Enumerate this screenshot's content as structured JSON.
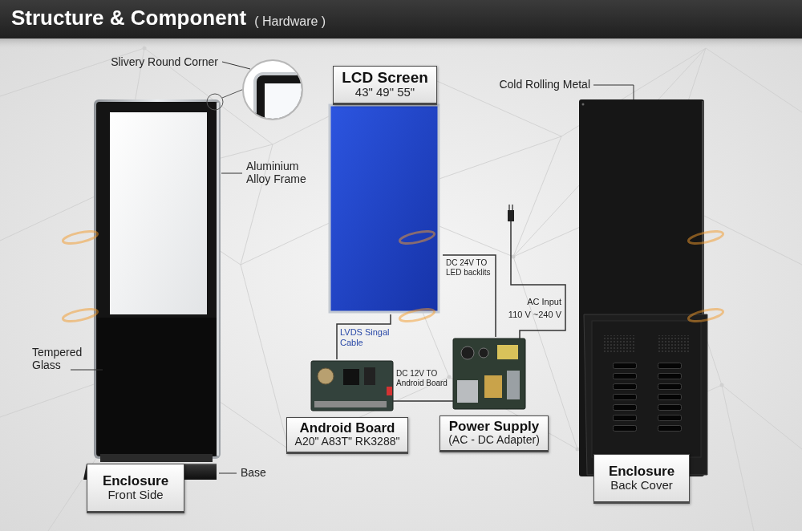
{
  "diagram": {
    "title": "Structure & Component",
    "nodes": [
      {
        "text": [
          "Enclosure",
          "Front Side"
        ]
      },
      {
        "text": [
          "LCD Screen",
          "43\" 49\" 55\""
        ]
      },
      {
        "text": [
          "Android Board",
          "A20\" A83T\" RK3288\""
        ]
      },
      {
        "text": [
          "Power Supply",
          "(AC - DC Adapter)"
        ]
      },
      {
        "text": [
          "Enclosure",
          "Back Cover"
        ]
      }
    ],
    "edges": [
      {
        "from": 1,
        "to": 2,
        "arrow": "none",
        "label": "LVDS Singal Cable"
      },
      {
        "from": 3,
        "to": 1,
        "arrow": "none",
        "label": "DC 24V TO LED backlits"
      },
      {
        "from": 3,
        "to": 2,
        "arrow": "none",
        "label": "DC 12V TO Android Board"
      }
    ],
    "labels": [
      "( Hardware )",
      "Slivery Round Corner",
      "Aluminium Alloy Frame",
      "Tempered Glass",
      "Base",
      "Cold Rolling Metal",
      "AC Input",
      "110 V ~240 V"
    ]
  }
}
